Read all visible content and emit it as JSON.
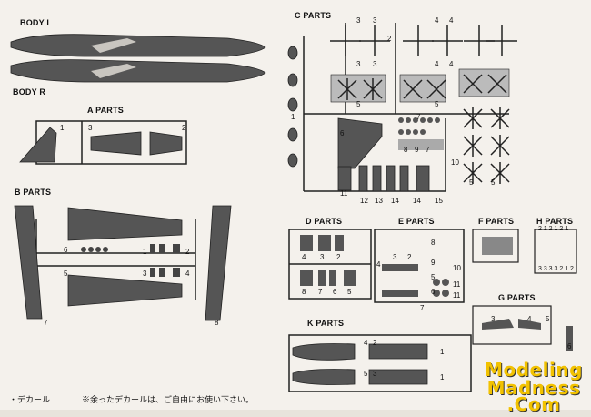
{
  "sections": {
    "body_l": "BODY L",
    "body_r": "BODY R",
    "a_parts": "A PARTS",
    "b_parts": "B  PARTS",
    "c_parts": "C PARTS",
    "d_parts": "D PARTS",
    "e_parts": "E PARTS",
    "f_parts": "F PARTS",
    "h_parts": "H PARTS",
    "g_parts": "G PARTS",
    "k_parts": "K PARTS"
  },
  "numbers": {
    "a": [
      "1",
      "3",
      "2"
    ],
    "b": [
      "6",
      "5",
      "1",
      "2",
      "3",
      "4",
      "7",
      "8"
    ],
    "c_props": [
      "3",
      "3",
      "4",
      "4",
      "3",
      "3",
      "4",
      "4",
      "2",
      "5",
      "5",
      "1",
      "6",
      "7",
      "8",
      "9",
      "7",
      "10",
      "5",
      "5",
      "11",
      "12",
      "13",
      "14",
      "14",
      "15"
    ],
    "d": [
      "4",
      "3",
      "2",
      "8",
      "7",
      "6",
      "5"
    ],
    "e": [
      "8",
      "3",
      "2",
      "9",
      "4",
      "10",
      "5",
      "11",
      "6",
      "11",
      "7"
    ],
    "h_top": "2 1 2 1 2 1",
    "h_bottom": "3 3 3 3 2 1 2",
    "g": [
      "3",
      "4",
      "5",
      "6"
    ],
    "k": [
      "4",
      "2",
      "1",
      "5",
      "3",
      "1"
    ]
  },
  "footer": {
    "decal": "・デカール",
    "note": "※余ったデカールは、ご自由にお使い下さい。"
  },
  "watermark": [
    "Modeling",
    "Madness",
    ".Com"
  ]
}
